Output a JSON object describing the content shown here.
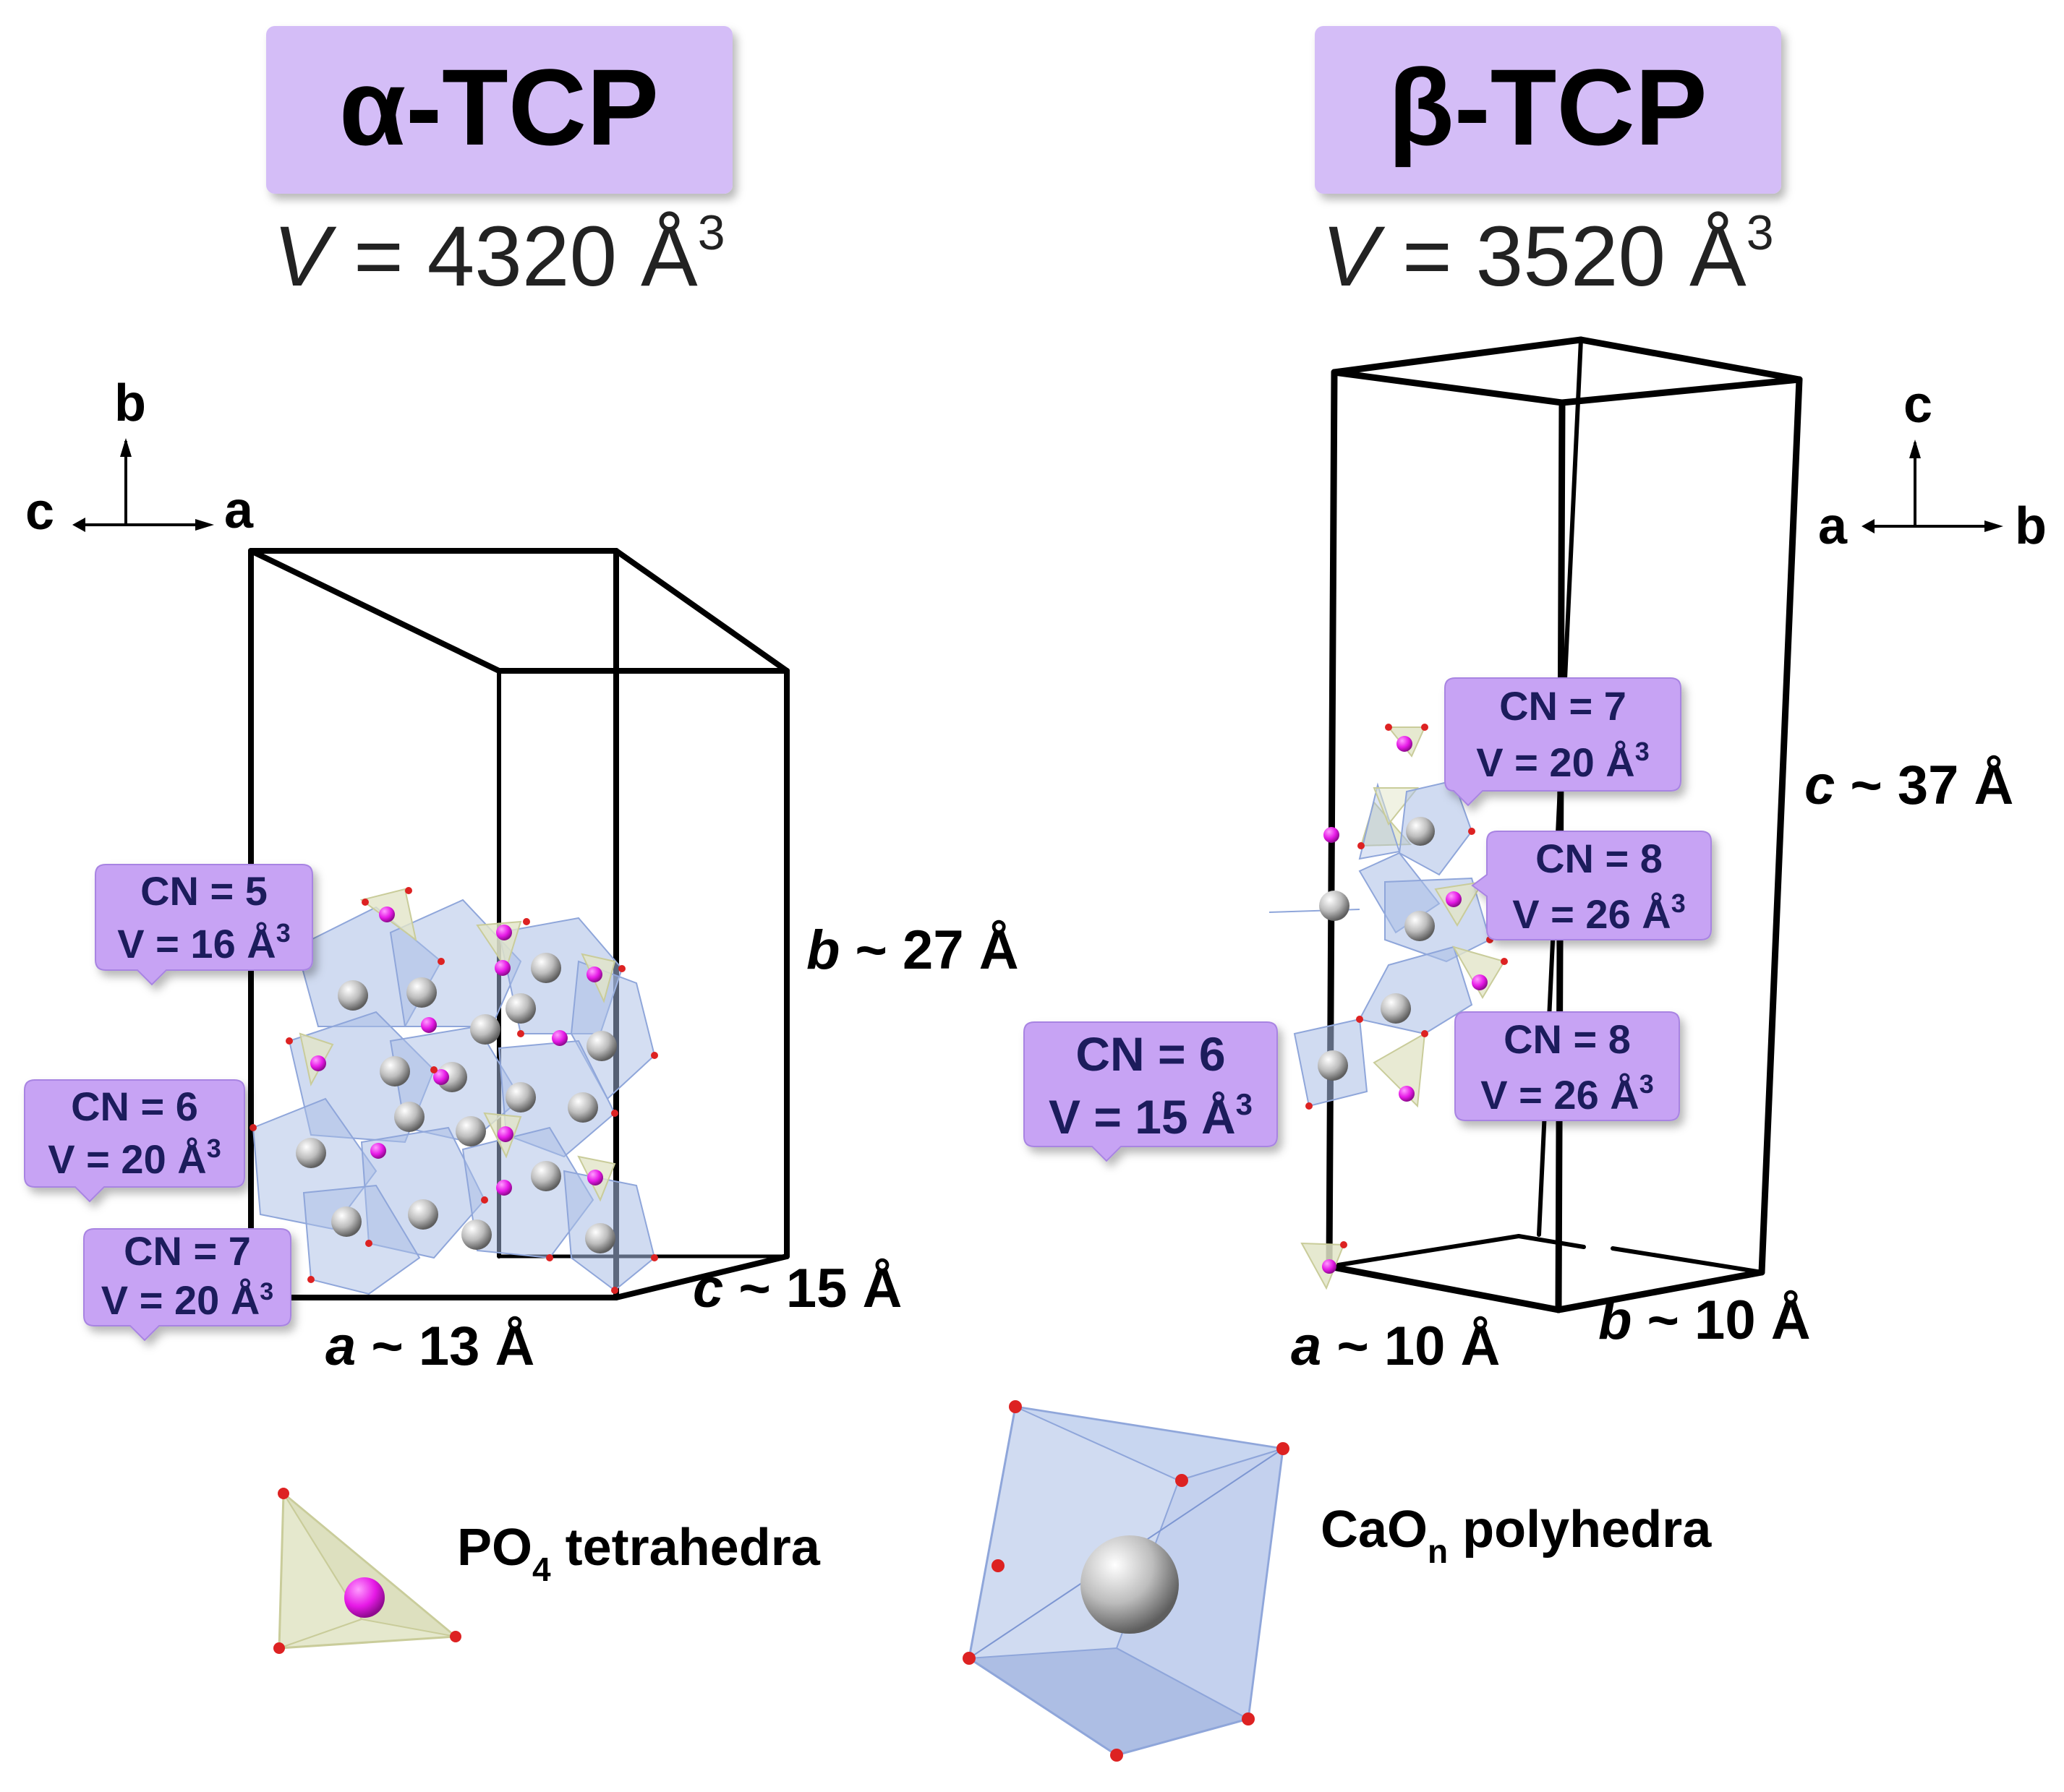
{
  "panels": [
    {
      "id": "alpha",
      "title": "α-TCP",
      "volume": {
        "var": "V",
        "eq": " = 4320 Å",
        "sup": "3"
      },
      "axes": {
        "up": "b",
        "left": "c",
        "right": "a"
      },
      "dims": [
        {
          "axis": "b",
          "text": " ~ 27 Å"
        },
        {
          "axis": "c",
          "text": " ~ 15 Å"
        },
        {
          "axis": "a",
          "text": " ~ 13 Å"
        }
      ],
      "sites": [
        {
          "cn": "CN = 5",
          "v": "V = 16 Å",
          "sup": "3"
        },
        {
          "cn": "CN = 6",
          "v": "V = 20 Å",
          "sup": "3"
        },
        {
          "cn": "CN = 7",
          "v": "V = 20 Å",
          "sup": "3"
        }
      ]
    },
    {
      "id": "beta",
      "title": "β-TCP",
      "volume": {
        "var": "V",
        "eq": " = 3520 Å",
        "sup": "3"
      },
      "axes": {
        "up": "c",
        "left": "a",
        "right": "b"
      },
      "dims": [
        {
          "axis": "c",
          "text": " ~ 37 Å"
        },
        {
          "axis": "a",
          "text": " ~ 10 Å"
        },
        {
          "axis": "b",
          "text": " ~ 10 Å"
        }
      ],
      "sites": [
        {
          "cn": "CN = 7",
          "v": "V = 20 Å",
          "sup": "3"
        },
        {
          "cn": "CN = 8",
          "v": "V = 26 Å",
          "sup": "3"
        },
        {
          "cn": "CN = 8",
          "v": "V = 26 Å",
          "sup": "3"
        },
        {
          "cn": "CN = 6",
          "v": "V = 15 Å",
          "sup": "3"
        }
      ]
    }
  ],
  "legend": {
    "tetra": {
      "main": "PO",
      "sub": "4",
      "rest": " tetrahedra"
    },
    "poly": {
      "main": "CaO",
      "sub": "n",
      "rest": " polyhedra"
    }
  },
  "colors": {
    "title_box": "#d4bdf7",
    "label_box": "#c7a3f4",
    "label_text": "#1c1c5c",
    "ca_polyhedra": "#a9bde6",
    "po4_tetrahedra": "#e2e5c8",
    "phosphorus": "#e619e6",
    "oxygen": "#dd2222",
    "calcium": "#bdbdbd"
  }
}
